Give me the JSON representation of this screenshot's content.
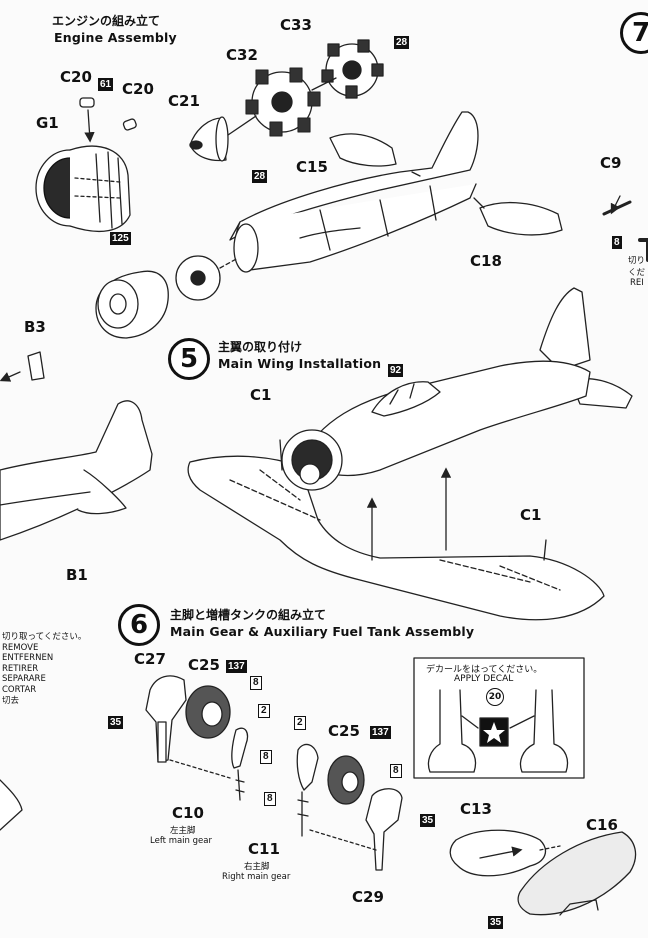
{
  "watermark": "",
  "step4": {
    "title_jp": "エンジンの組み立て",
    "title_en": "Engine Assembly"
  },
  "step5": {
    "number": "5",
    "title_jp": "主翼の取り付け",
    "title_en": "Main Wing Installation"
  },
  "step6": {
    "number": "6",
    "title_jp": "主脚と増槽タンクの組み立て",
    "title_en": "Main Gear & Auxiliary Fuel Tank Assembly"
  },
  "step7": {
    "number": "7"
  },
  "parts": {
    "c33": "C33",
    "c32": "C32",
    "c21": "C21",
    "c20a": "C20",
    "c20b": "C20",
    "g1": "G1",
    "c15": "C15",
    "c18": "C18",
    "c9": "C9",
    "b3": "B3",
    "b1": "B1",
    "c1a": "C1",
    "c1b": "C1",
    "c27": "C27",
    "c25a": "C25",
    "c25b": "C25",
    "c10": "C10",
    "c11": "C11",
    "c29": "C29",
    "c13": "C13",
    "c16": "C16"
  },
  "paint_codes": {
    "p28a": "28",
    "p28b": "28",
    "p61": "61",
    "p125": "125",
    "p8a": "8",
    "p92": "92",
    "p137a": "137",
    "p8b": "8",
    "p2a": "2",
    "p8c": "8",
    "p35a": "35",
    "p2b": "2",
    "p137b": "137",
    "p8d": "8",
    "p8e": "8",
    "p35b": "35",
    "p35c": "35"
  },
  "decal_codes": {
    "d20": "20"
  },
  "gear_labels": {
    "left_jp": "左主脚",
    "left_en": "Left main gear",
    "right_jp": "右主脚",
    "right_en": "Right main gear"
  },
  "decal_box": {
    "jp": "デカールをはってください。",
    "en": "APPLY DECAL"
  },
  "cut_off": {
    "jp": "切り取ってください。",
    "lines": [
      "REMOVE",
      "ENTFERNEN",
      "RETIRER",
      "SEPARARE",
      "CORTAR",
      "切去"
    ]
  },
  "right_edge": {
    "jp1": "切り",
    "jp2": "くだ",
    "en": "REI"
  }
}
